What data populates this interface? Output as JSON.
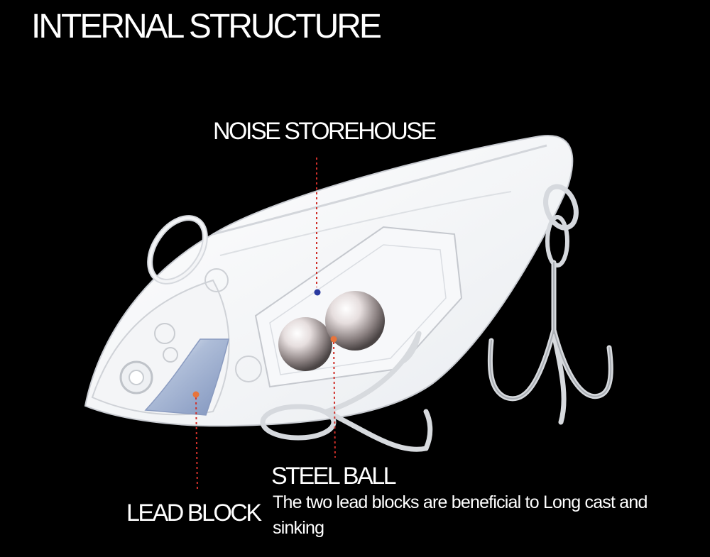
{
  "title": "INTERNAL STRUCTURE",
  "labels": {
    "noise": "NOISE STOREHOUSE",
    "steel": "STEEL BALL",
    "lead": "LEAD BLOCK"
  },
  "description": "The two lead blocks are beneficial to Long cast and sinking",
  "colors": {
    "background": "#000000",
    "noise_dot": "#2a3aa0",
    "lead_dot": "#e8743b",
    "leader_line": "#d0302a"
  }
}
